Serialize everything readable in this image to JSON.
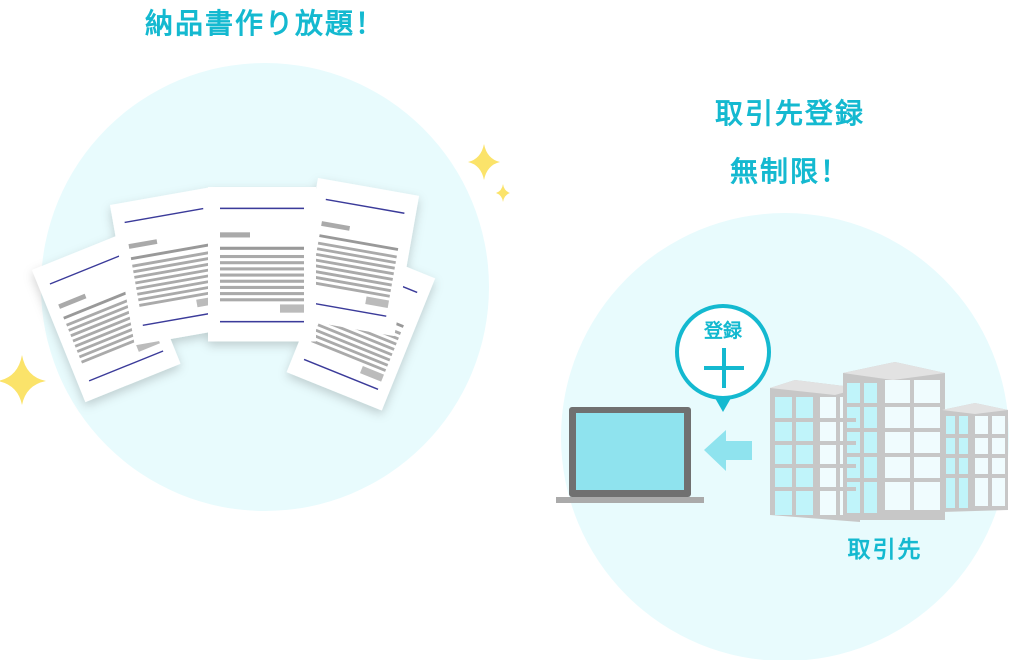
{
  "left_panel": {
    "headline": "納品書作り放題！"
  },
  "right_panel": {
    "headline_line1": "取引先登録",
    "headline_line2": "無制限！",
    "bubble_label": "登録",
    "building_label": "取引先"
  },
  "colors": {
    "accent": "#14b9d0",
    "circle_bg": "#e8fbfd",
    "screen": "#8fe3ee",
    "sparkle": "#fbe36a"
  }
}
